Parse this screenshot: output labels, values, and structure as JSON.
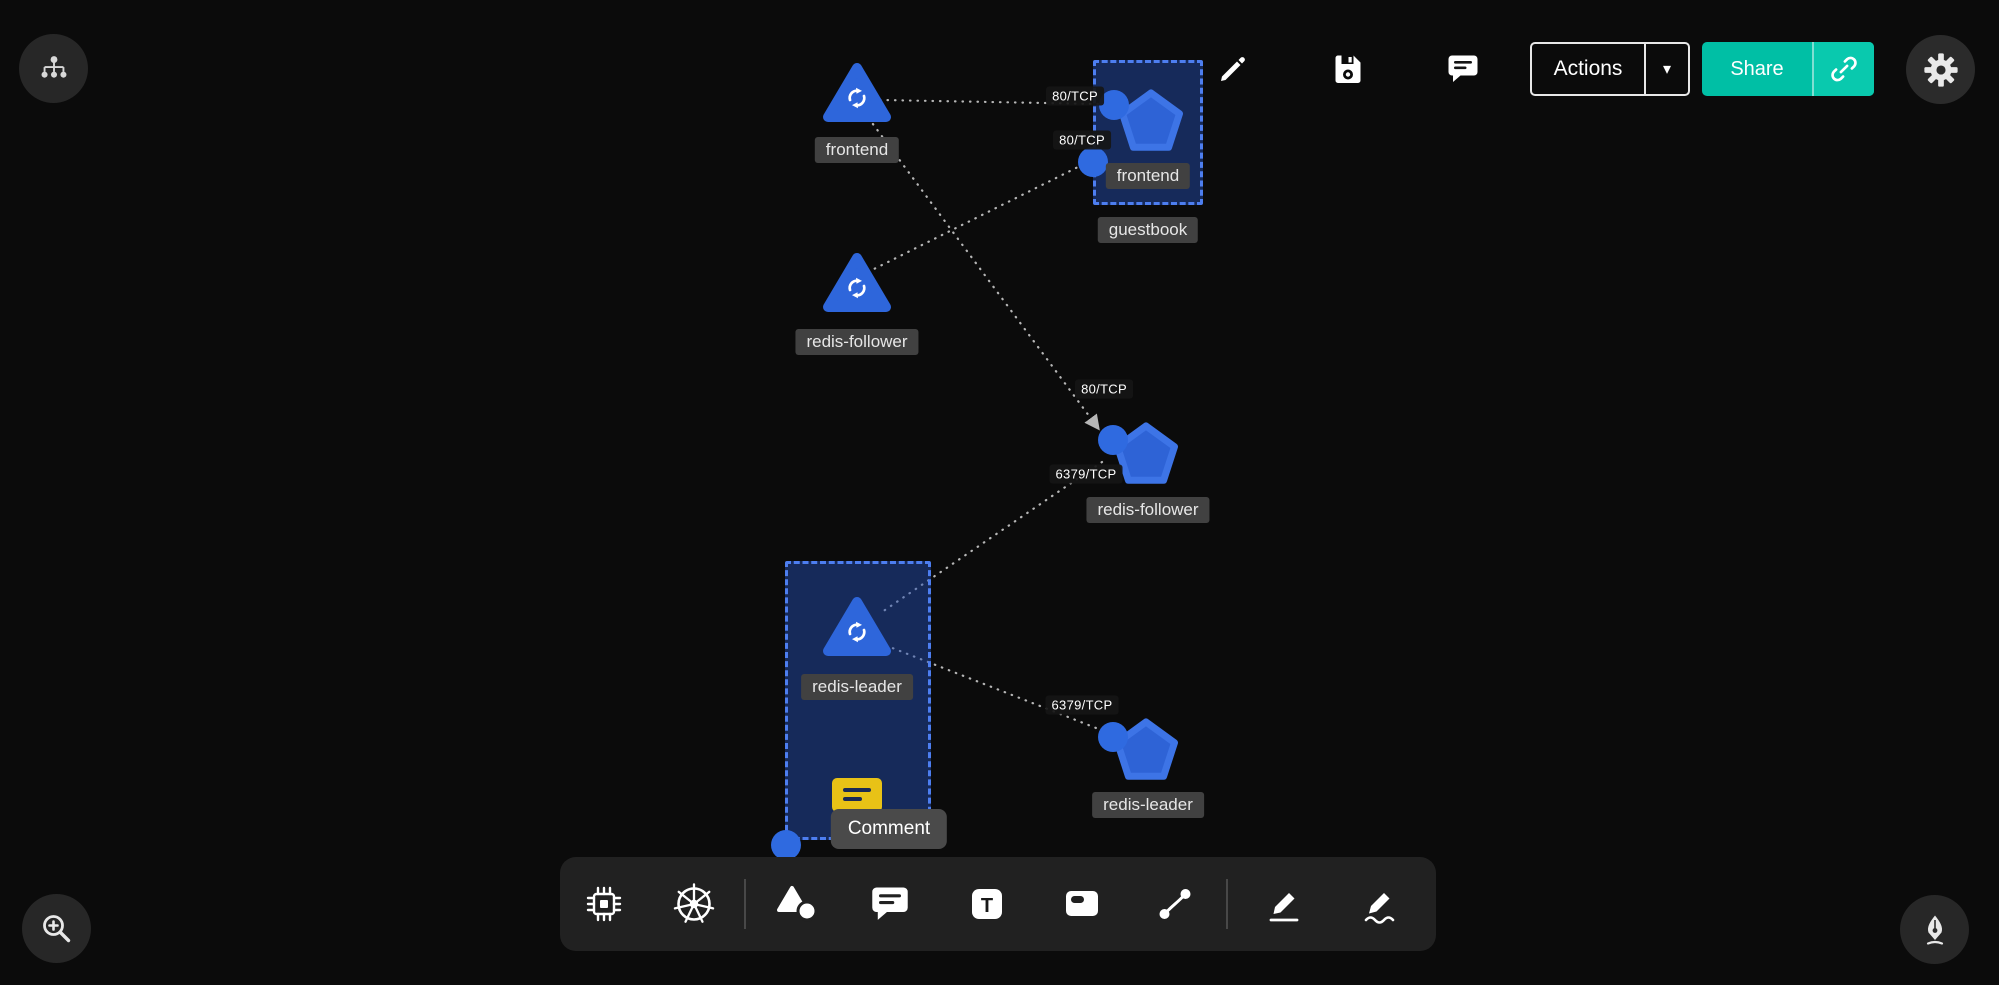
{
  "topbar": {
    "actions_label": "Actions",
    "share_label": "Share"
  },
  "tooltip_label": "Comment",
  "icons": {
    "text_tool_glyph": "T",
    "chevron_down": "▾"
  },
  "diagram": {
    "labels": {
      "frontend_deployment": "frontend",
      "frontend_service": "frontend",
      "guestbook_group": "guestbook",
      "redis_follower_deployment": "redis-follower",
      "redis_follower_service": "redis-follower",
      "redis_leader_deployment": "redis-leader",
      "redis_leader_service": "redis-leader"
    },
    "edge_labels": [
      "80/TCP",
      "80/TCP",
      "80/TCP",
      "6379/TCP",
      "6379/TCP"
    ]
  },
  "colors": {
    "accent_teal": "#00BFA5",
    "node_blue": "#2E66DB",
    "group_border_blue": "#4D7EF0",
    "canvas_bg": "#0B0B0B"
  }
}
